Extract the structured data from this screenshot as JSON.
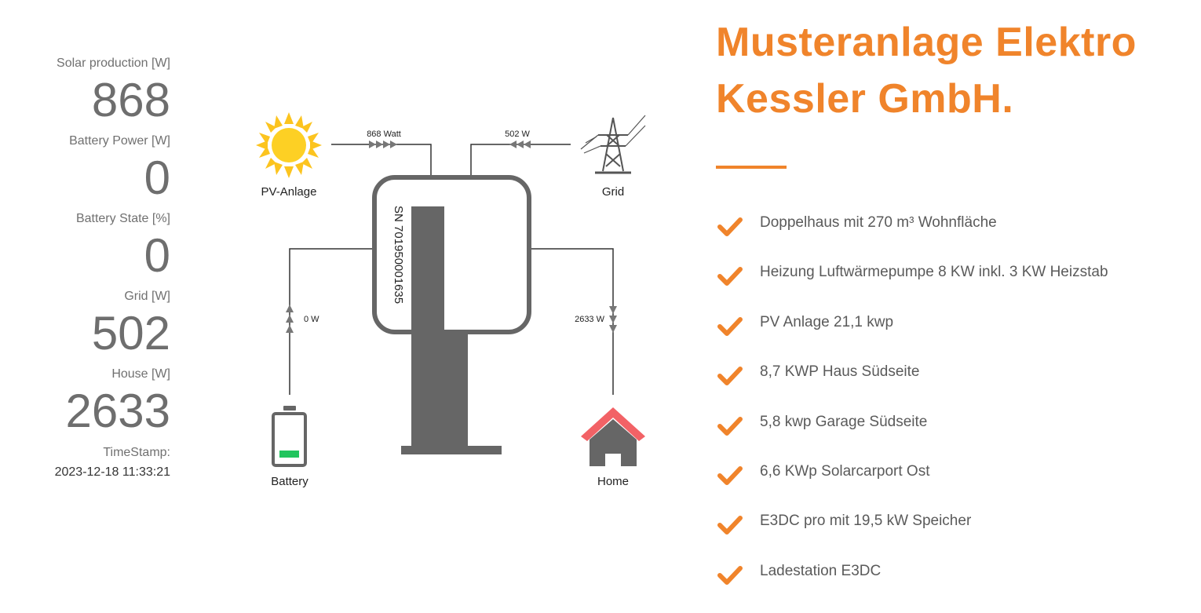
{
  "stats": {
    "solar_label": "Solar production [W]",
    "solar_value": "868",
    "battery_power_label": "Battery Power [W]",
    "battery_power_value": "0",
    "battery_state_label": "Battery State [%]",
    "battery_state_value": "0",
    "grid_label": "Grid [W]",
    "grid_value": "502",
    "house_label": "House [W]",
    "house_value": "2633",
    "timestamp_label": "TimeStamp:",
    "timestamp_value": "2023-12-18 11:33:21"
  },
  "diagram": {
    "pv_label": "PV-Anlage",
    "pv_flow": "868 Watt",
    "grid_label": "Grid",
    "grid_flow": "502 W",
    "battery_label": "Battery",
    "battery_flow": "0 W",
    "home_label": "Home",
    "home_flow": "2633 W",
    "serial": "SN 701950001635",
    "icons": {
      "pv": "sun-icon",
      "grid": "power-pylon-icon",
      "battery": "battery-icon",
      "home": "house-icon",
      "device": "inverter-icon"
    }
  },
  "info": {
    "title": "Musteranlage Elektro Kessler GmbH.",
    "features": [
      "Doppelhaus mit 270 m³ Wohnfläche",
      "Heizung Luftwärmepumpe 8 KW inkl. 3 KW Heizstab",
      "PV Anlage 21,1 kwp",
      "8,7 KWP Haus Südseite",
      "5,8 kwp Garage Südseite",
      "6,6 KWp Solarcarport Ost",
      "E3DC pro mit 19,5 kW Speicher",
      "Ladestation E3DC"
    ]
  },
  "colors": {
    "accent": "#f0842b",
    "sun": "#fdd024",
    "sun_rays": "#fcc41f",
    "device": "#666666",
    "roof": "#f26266",
    "battery_level": "#22c55e",
    "stat_text": "#6e6e6e"
  }
}
